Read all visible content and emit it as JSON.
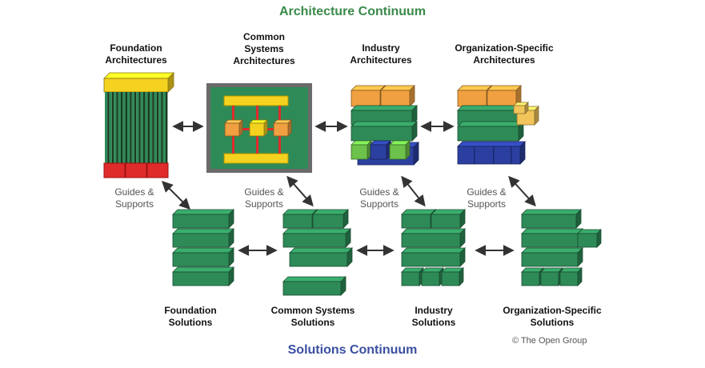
{
  "title_architecture": "Architecture Continuum",
  "title_solutions": "Solutions Continuum",
  "copyright": "© The Open Group",
  "colors": {
    "architecture_title": "#3a8a4a",
    "solutions_title": "#3a4fa0",
    "block_green": "#2e8b57",
    "block_yellow": "#f5d21f",
    "block_orange": "#f0a040",
    "block_blue": "#2b3fa0",
    "block_red": "#e02b2b",
    "block_light_green": "#6cc24a",
    "frame_dark": "#555555",
    "arrow": "#333333"
  },
  "architectures": [
    {
      "line1": "Foundation",
      "line2": "Architectures",
      "line3": ""
    },
    {
      "line1": "Common",
      "line2": "Systems",
      "line3": "Architectures"
    },
    {
      "line1": "Industry",
      "line2": "Architectures",
      "line3": ""
    },
    {
      "line1": "Organization-Specific",
      "line2": "Architectures",
      "line3": ""
    }
  ],
  "solutions": [
    {
      "line1": "Foundation",
      "line2": "Solutions"
    },
    {
      "line1": "Common Systems",
      "line2": "Solutions"
    },
    {
      "line1": "Industry",
      "line2": "Solutions"
    },
    {
      "line1": "Organization-Specific",
      "line2": "Solutions"
    }
  ],
  "guides": [
    {
      "line1": "Guides &",
      "line2": "Supports"
    },
    {
      "line1": "Guides &",
      "line2": "Supports"
    },
    {
      "line1": "Guides &",
      "line2": "Supports"
    },
    {
      "line1": "Guides &",
      "line2": "Supports"
    }
  ]
}
